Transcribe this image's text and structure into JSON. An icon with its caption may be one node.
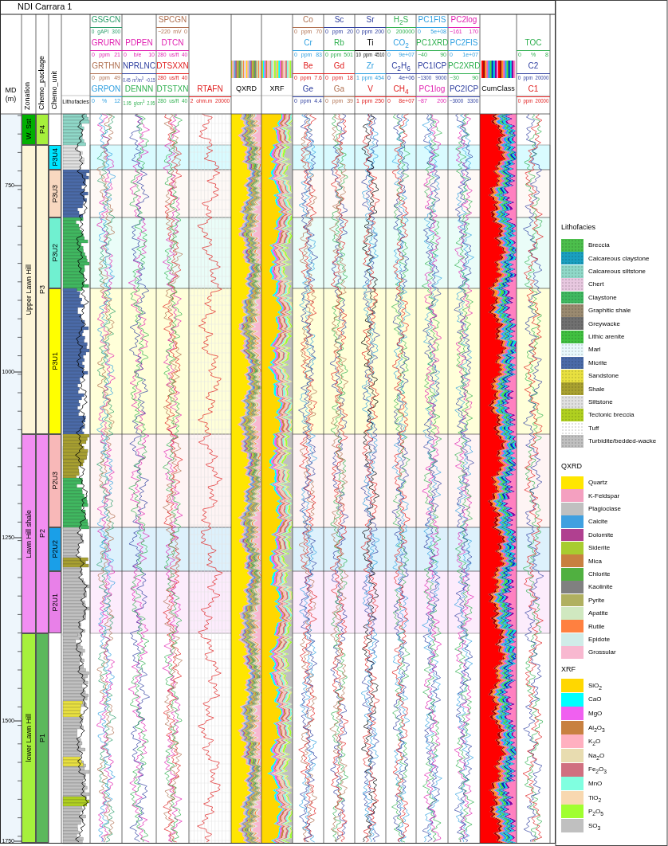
{
  "diagram": {
    "title": "NDI Carrara 1",
    "nodes": [
      {
        "text": [
          "W. Sst"
        ]
      },
      {
        "text": [
          "Upper Lawn Hill"
        ]
      },
      {
        "text": [
          "Lawn Hill shale"
        ]
      },
      {
        "text": [
          "lower Lawn Hill"
        ]
      },
      {
        "text": [
          "P4"
        ]
      },
      {
        "text": [
          "P3"
        ]
      },
      {
        "text": [
          "P2"
        ]
      },
      {
        "text": [
          "P1"
        ]
      },
      {
        "text": [
          "P3U4"
        ]
      },
      {
        "text": [
          "P3U3"
        ]
      },
      {
        "text": [
          "P3U2"
        ]
      },
      {
        "text": [
          "P3U1"
        ]
      },
      {
        "text": [
          "P2U3"
        ]
      },
      {
        "text": [
          "P2U2"
        ]
      },
      {
        "text": [
          "P2U1"
        ]
      }
    ],
    "labels": [
      "MD (m)",
      "Zonation",
      "Chemo_package",
      "Chemo_unit",
      "Lithofacies",
      "GSGCN",
      "0 gAPI 300",
      "GRURN",
      "0 ppm 21",
      "GRTHN",
      "0 ppm 49",
      "GRPON",
      "0 % 12",
      "PDPEN",
      "0 b/e 10",
      "NPRLNC",
      "0.45 m$^{3}$/m$^{3}$ −0.15",
      "DENNN",
      "1.95 g/cm$^{3}$ 2.95",
      "SPCGN",
      "−220 mV 0",
      "DTCN",
      "280 us/ft 40",
      "DTSXXN",
      "280 us/ft 40",
      "DTSTXN",
      "280 us/ft 40",
      "RTAFN",
      "2 ohm.m 20000",
      "QXRD",
      "XRF",
      "Co",
      "0 ppm 70",
      "Cr",
      "0 ppm 83",
      "Be",
      "0 ppm 7.6",
      "Ge",
      "0 ppm 4.4",
      "Sc",
      "0 ppm 20",
      "Rb",
      "0 ppm 501",
      "Gd",
      "0 ppm 18",
      "Ga",
      "0 ppm 39",
      "Sr",
      "0 ppm 200",
      "Ti",
      "10 ppm 4510",
      "Zr",
      "1 ppm 454",
      "V",
      "1 ppm 250",
      "H$_{2}$S",
      "0 200000",
      "CO$_{2}$",
      "0 9e+07",
      "C$_{2}$H$_{6}$",
      "0 4e+06",
      "CH$_{4}$",
      "0 8e+07",
      "PC1FIS",
      "0 5e+08",
      "PC1XRD",
      "−40 90",
      "PC1ICP",
      "−1300 9000",
      "PC1log",
      "−87 200",
      "PC2log",
      "−161 170",
      "PC2FIS",
      "0 1e+07",
      "PC2XRD",
      "−30 90",
      "PC2ICP",
      "−3000 3300",
      "CumClass",
      "TOC",
      "0 % 8",
      "C2",
      "0 ppm 20000",
      "C1",
      "0 ppm 20000",
      "750",
      "1000",
      "1250",
      "1500",
      "1750",
      "Lithofacies",
      "QXRD",
      "XRF"
    ],
    "legend": [
      {
        "text": "Breccia",
        "color": "#4cbf4c"
      },
      {
        "text": "Calcareous claystone",
        "color": "#1a9fc0"
      },
      {
        "text": "Calcareous siltstone",
        "color": "#8fd8c8"
      },
      {
        "text": "Chert",
        "color": "#e8c8e0"
      },
      {
        "text": "Claystone",
        "color": "#40b860"
      },
      {
        "text": "Graphitic shale",
        "color": "#9a8a70"
      },
      {
        "text": "Greywacke",
        "color": "#707070"
      },
      {
        "text": "Lithic arenite",
        "color": "#40c040"
      },
      {
        "text": "Marl",
        "color": "#e8f8fc"
      },
      {
        "text": "Micrite",
        "color": "#4a6aa8"
      },
      {
        "text": "Sandstone",
        "color": "#e8e040"
      },
      {
        "text": "Shale",
        "color": "#a8a030"
      },
      {
        "text": "Siltstone",
        "color": "#e0e0e0"
      },
      {
        "text": "Tectonic breccia",
        "color": "#b0d020"
      },
      {
        "text": "Tuff",
        "color": "#ffffff"
      },
      {
        "text": "Turbidite/bedded-wacke",
        "color": "#c0c0c0"
      },
      {
        "text": "Quartz",
        "color": "#ffe600"
      },
      {
        "text": "K-Feldspar",
        "color": "#f4a0c0"
      },
      {
        "text": "Plagioclase",
        "color": "#c0c0c0"
      },
      {
        "text": "Calcite",
        "color": "#40a0e0"
      },
      {
        "text": "Dolomite",
        "color": "#b04090"
      },
      {
        "text": "Siderite",
        "color": "#a8cc30"
      },
      {
        "text": "Mica",
        "color": "#c88040"
      },
      {
        "text": "Chlorite",
        "color": "#50b040"
      },
      {
        "text": "Kaolinite",
        "color": "#808080"
      },
      {
        "text": "Pyrite",
        "color": "#b0b060"
      },
      {
        "text": "Apatite",
        "color": "#d0e8c0"
      },
      {
        "text": "Rutile",
        "color": "#ff8040"
      },
      {
        "text": "Epidote",
        "color": "#d0ece8"
      },
      {
        "text": "Grossular",
        "color": "#f8b8d0"
      },
      {
        "text": "SiO$_{2}$",
        "color": "#ffd700"
      },
      {
        "text": "CaO",
        "color": "#00ffff"
      },
      {
        "text": "MgO",
        "color": "#f060f0"
      },
      {
        "text": "Al$_{2}$O$_{3}$",
        "color": "#c88040"
      },
      {
        "text": "K$_{2}$O",
        "color": "#ffb0c0"
      },
      {
        "text": "Na$_{2}$O",
        "color": "#e8dcb0"
      },
      {
        "text": "Fe$_{2}$O$_{3}$",
        "color": "#d07080"
      },
      {
        "text": "MnO",
        "color": "#80ffe0"
      },
      {
        "text": "TiO$_{2}$",
        "color": "#f8d8b0"
      },
      {
        "text": "P$_{2}$O$_{5}$",
        "color": "#a0ff30"
      },
      {
        "text": "SO$_{3}$",
        "color": "#c0c0c0"
      }
    ]
  }
}
